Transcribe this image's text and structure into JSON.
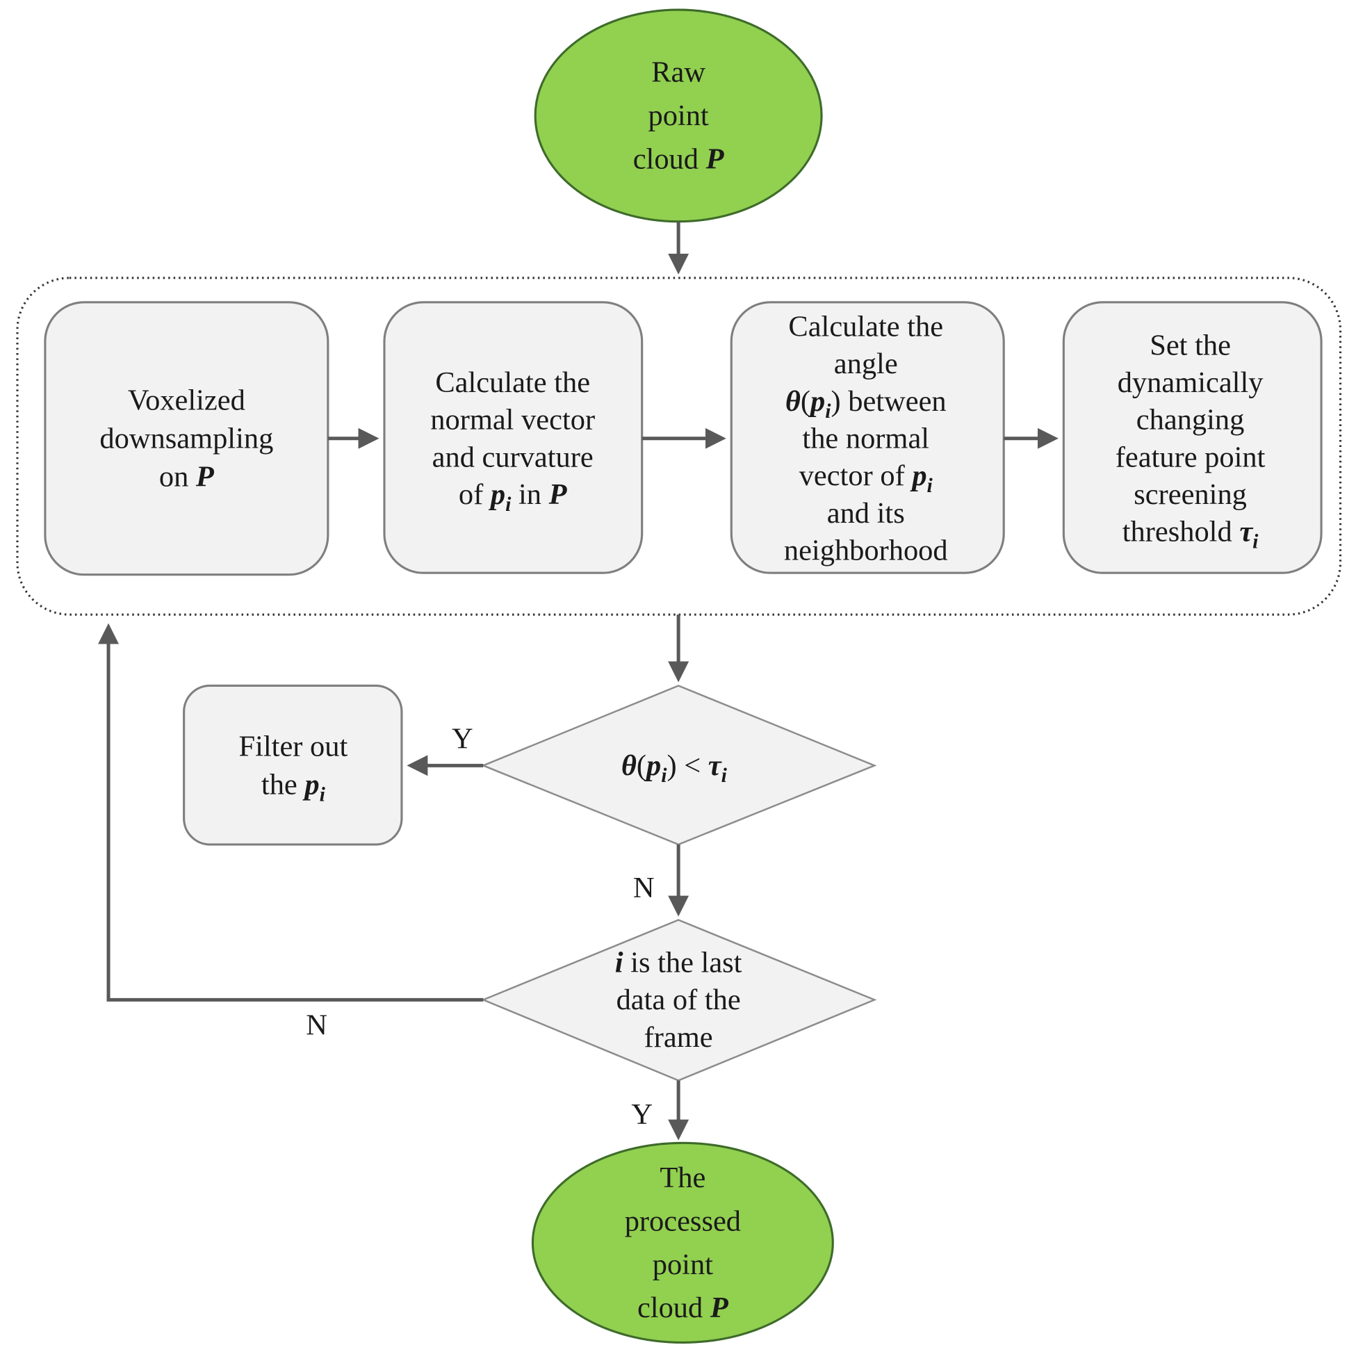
{
  "colors": {
    "terminal_fill": "#92d050",
    "process_fill": "#f2f2f2",
    "edge": "#595959"
  },
  "nodes": {
    "start": {
      "lines": [
        [
          {
            "t": "Raw"
          }
        ],
        [
          {
            "t": "point"
          }
        ],
        [
          {
            "t": "cloud "
          },
          {
            "m": "P"
          }
        ]
      ]
    },
    "voxel": {
      "lines": [
        [
          {
            "t": "Voxelized"
          }
        ],
        [
          {
            "t": "downsampling"
          }
        ],
        [
          {
            "t": "on "
          },
          {
            "m": "P"
          }
        ]
      ]
    },
    "normal": {
      "lines": [
        [
          {
            "t": "Calculate the"
          }
        ],
        [
          {
            "t": "normal vector"
          }
        ],
        [
          {
            "t": "and curvature"
          }
        ],
        [
          {
            "t": "of "
          },
          {
            "m": "p",
            "sub": "i"
          },
          {
            "t": "  in "
          },
          {
            "m": "P"
          }
        ]
      ]
    },
    "angle": {
      "lines": [
        [
          {
            "t": "Calculate the"
          }
        ],
        [
          {
            "t": "angle"
          }
        ],
        [
          {
            "m": "θ"
          },
          {
            "t": "("
          },
          {
            "m": "p",
            "sub": "i"
          },
          {
            "t": ") between"
          }
        ],
        [
          {
            "t": "the normal"
          }
        ],
        [
          {
            "t": "vector of "
          },
          {
            "m": "p",
            "sub": "i"
          }
        ],
        [
          {
            "t": "and its"
          }
        ],
        [
          {
            "t": "neighborhood"
          }
        ]
      ]
    },
    "threshold": {
      "lines": [
        [
          {
            "t": "Set the"
          }
        ],
        [
          {
            "t": "dynamically"
          }
        ],
        [
          {
            "t": "changing"
          }
        ],
        [
          {
            "t": "feature point"
          }
        ],
        [
          {
            "t": "screening"
          }
        ],
        [
          {
            "t": "threshold "
          },
          {
            "m": "τ",
            "sub": "i"
          }
        ]
      ]
    },
    "filter": {
      "lines": [
        [
          {
            "t": "Filter  out"
          }
        ],
        [
          {
            "t": "the "
          },
          {
            "m": "p",
            "sub": "i"
          }
        ]
      ]
    },
    "decision1": {
      "lines": [
        [
          {
            "m": "θ"
          },
          {
            "t": "("
          },
          {
            "m": "p",
            "sub": "i"
          },
          {
            "t": ") < "
          },
          {
            "m": "τ",
            "sub": "i"
          }
        ]
      ]
    },
    "decision2": {
      "lines": [
        [
          {
            "m": "i"
          },
          {
            "t": " is the last"
          }
        ],
        [
          {
            "t": "data of the"
          }
        ],
        [
          {
            "t": "frame"
          }
        ]
      ]
    },
    "end": {
      "lines": [
        [
          {
            "t": "The"
          }
        ],
        [
          {
            "t": "processed"
          }
        ],
        [
          {
            "t": "point"
          }
        ],
        [
          {
            "t": "cloud "
          },
          {
            "m": "P"
          }
        ]
      ]
    }
  },
  "edge_labels": {
    "d1_yes": "Y",
    "d1_no": "N",
    "d2_no": "N",
    "d2_yes": "Y"
  }
}
